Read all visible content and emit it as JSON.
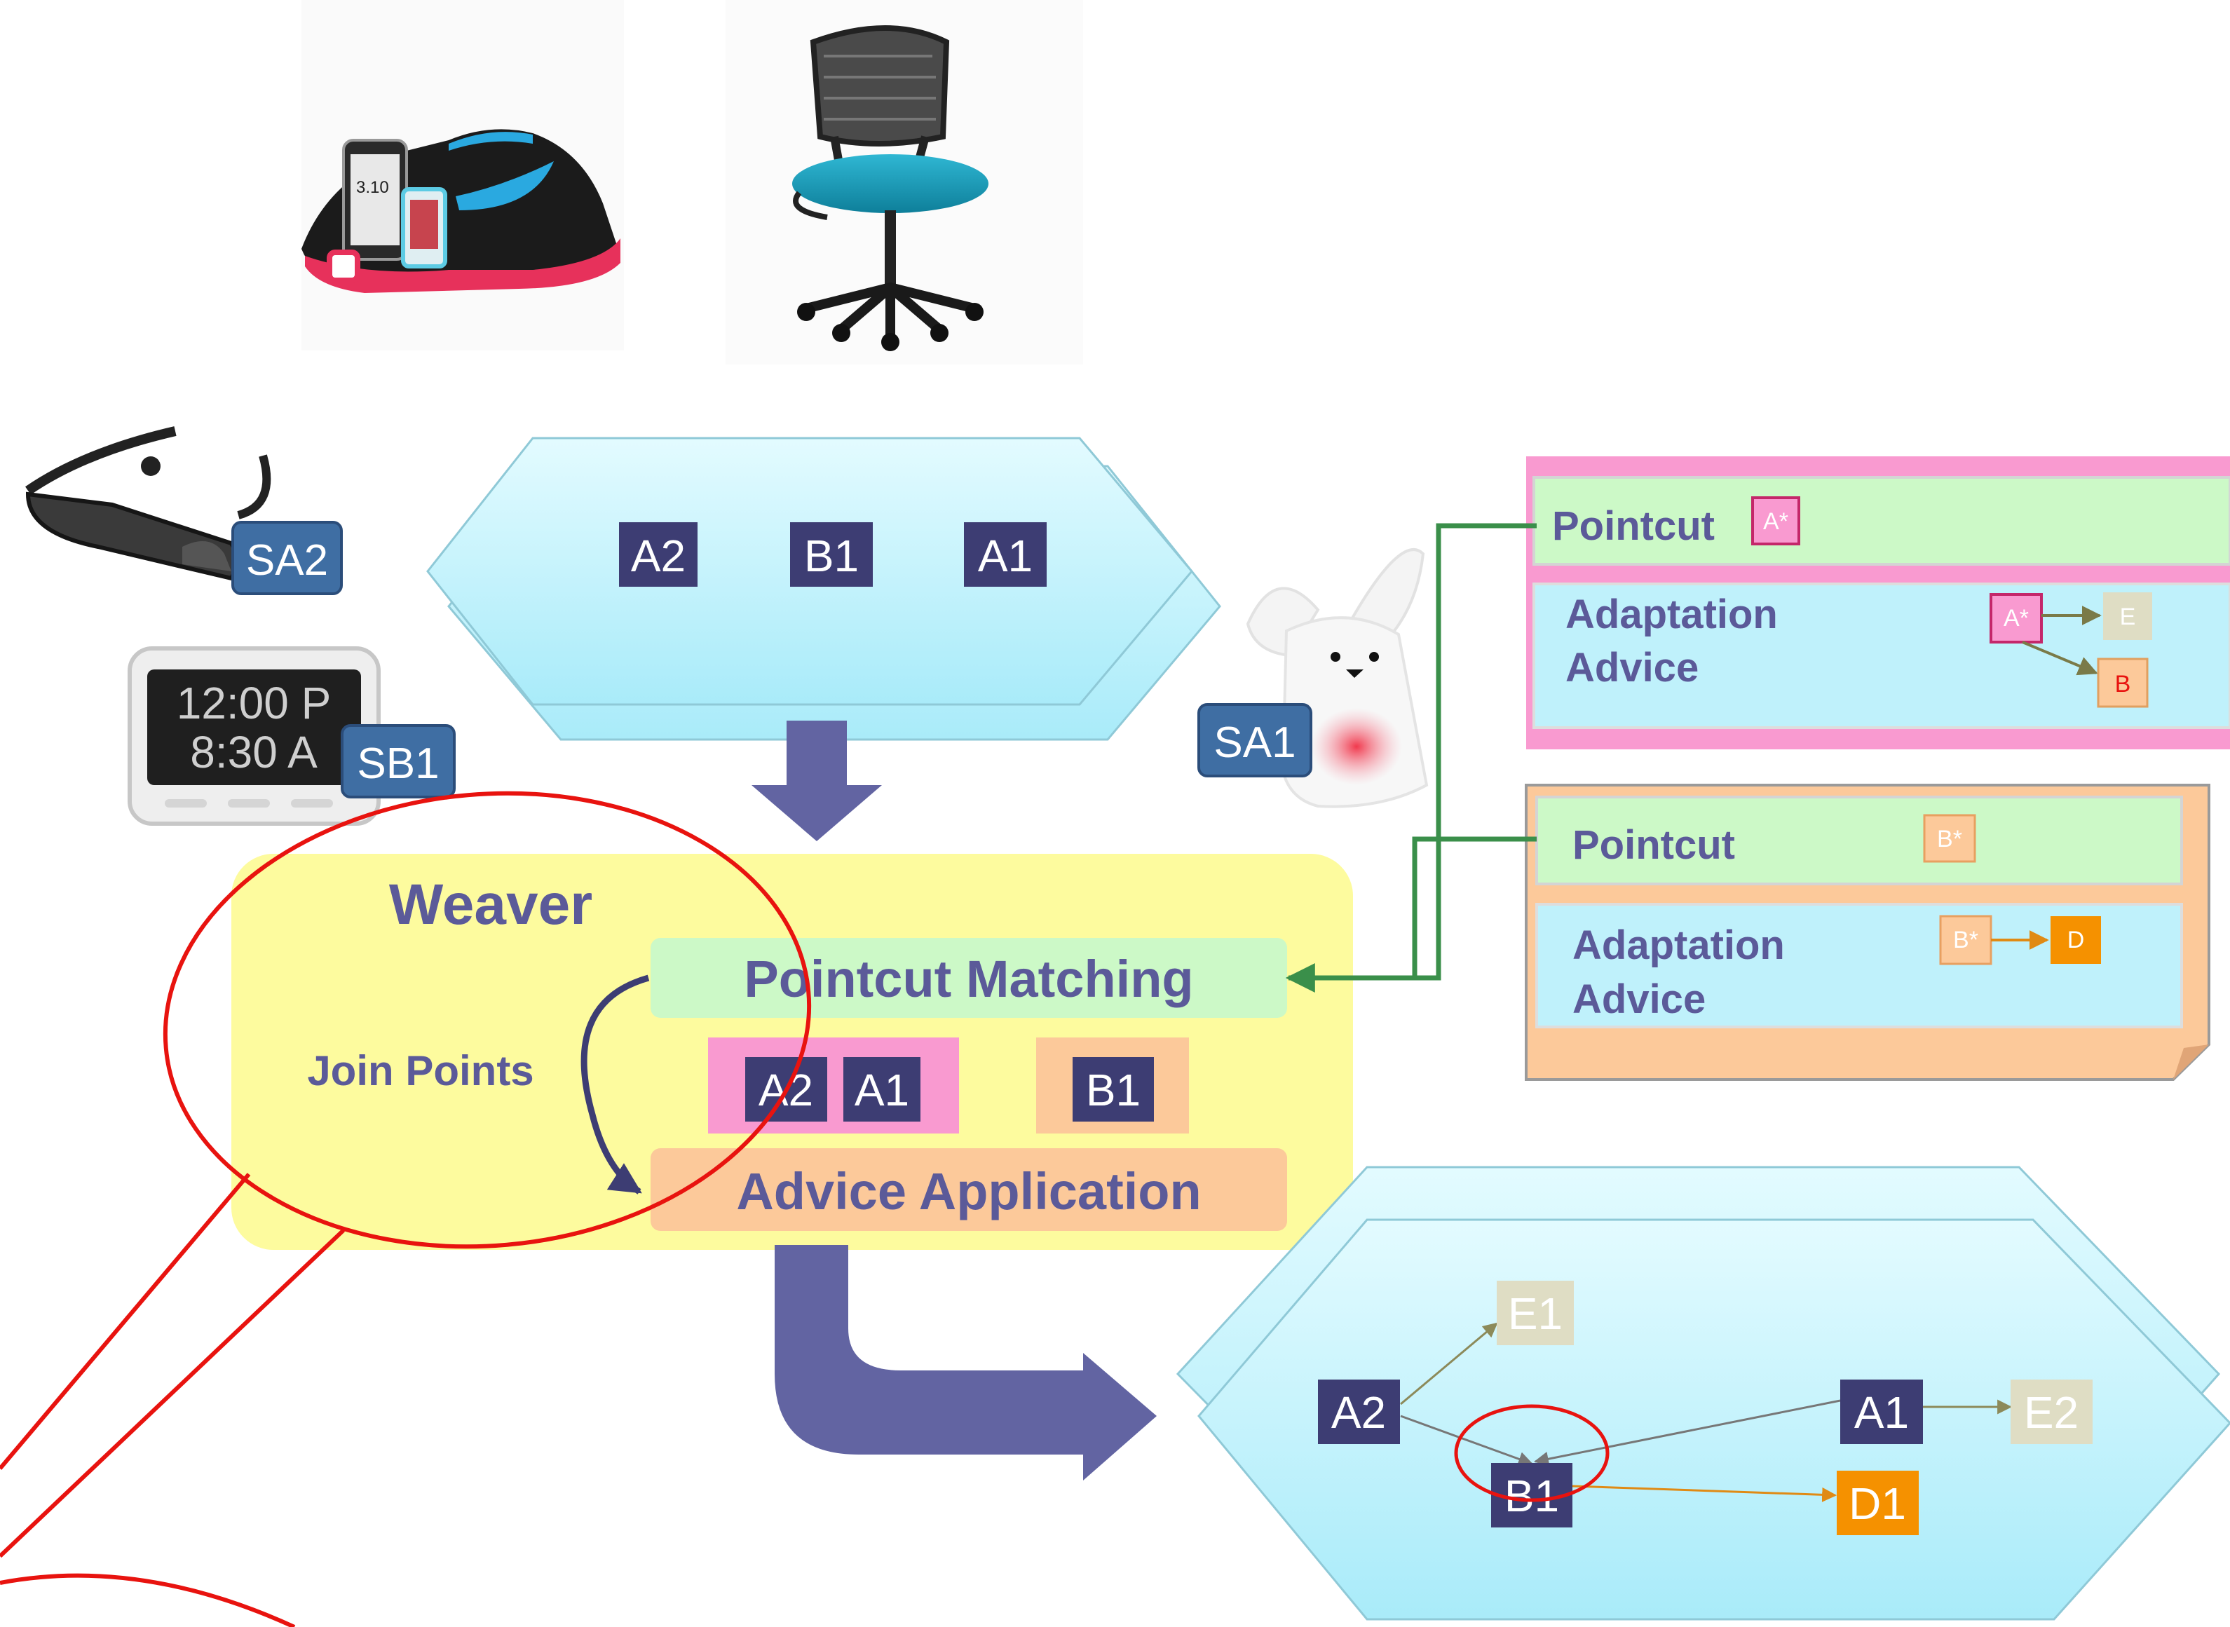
{
  "colors": {
    "token_navy": "#3d3d73",
    "cyan_panel": "#bff1fb",
    "weaver_yellow": "#fdfb9e",
    "pink": "#f99ad0",
    "orange_panel": "#fcc99a",
    "green_panel": "#ccf9c7",
    "arrow_purple": "#6264a2",
    "connector_green": "#3a8f4a",
    "red_callout": "#e8130f",
    "badge_blue": "#3f6ea3"
  },
  "devices": {
    "sensor_glasses_label": "SA2",
    "sensor_clock_label": "SB1",
    "sensor_rabbit_label": "SA1",
    "clock_time_top": "12:00 P",
    "clock_time_bottom": "8:30 A",
    "phone_time": "3.10"
  },
  "input_context": {
    "tokens": [
      "A2",
      "B1",
      "A1"
    ]
  },
  "weaver": {
    "title": "Weaver",
    "join_points_label": "Join Points",
    "pointcut_matching": "Pointcut Matching",
    "advice_application": "Advice Application",
    "group_a": [
      "A2",
      "A1"
    ],
    "group_b": [
      "B1"
    ]
  },
  "aspect_a": {
    "pointcut_label": "Pointcut",
    "pointcut_pattern": "A*",
    "advice_label_line1": "Adaptation",
    "advice_label_line2": "Advice",
    "advice_from": "A*",
    "advice_targets": [
      "E",
      "B"
    ]
  },
  "aspect_b": {
    "pointcut_label": "Pointcut",
    "pointcut_pattern": "B*",
    "advice_label_line1": "Adaptation",
    "advice_label_line2": "Advice",
    "advice_from": "B*",
    "advice_target": "D"
  },
  "output_context": {
    "nodes": {
      "a2": "A2",
      "e1": "E1",
      "a1": "A1",
      "e2": "E2",
      "b1": "B1",
      "d1": "D1"
    }
  }
}
